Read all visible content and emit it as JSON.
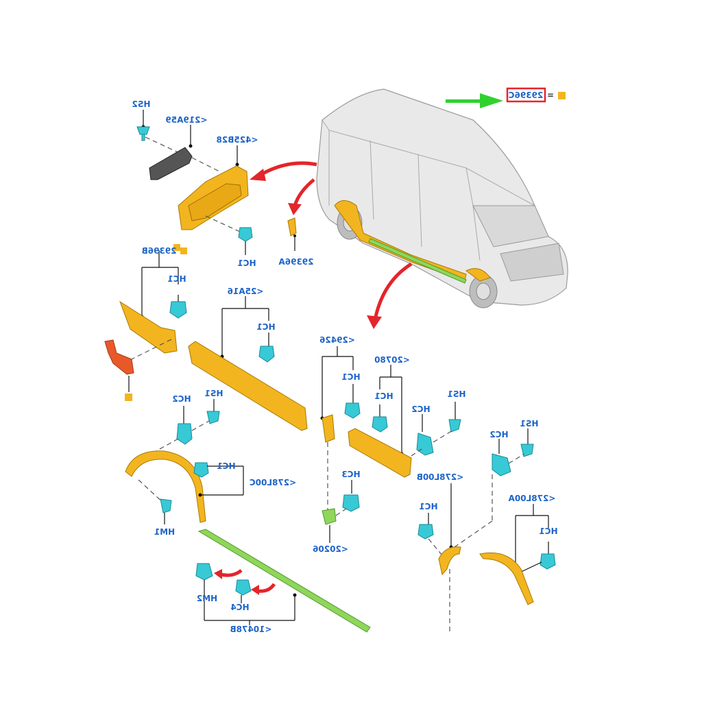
{
  "legend": {
    "code": "29396C",
    "equals": "=",
    "marker_color": "#f2b51f",
    "arrow_color": "#2fd12f",
    "box_color": "#e4252a"
  },
  "labels": {
    "hs2": "HS2",
    "l219a59": "<219A59",
    "l425b28": "<425B28",
    "hc1_top": "HC1",
    "l29396a": "29396A",
    "l29396b": "29396B",
    "hc1_b": "HC1",
    "l25416": "<25A16",
    "hc1_c": "HC1",
    "l29426": "<29426",
    "l20780": "<20780",
    "hc1_d": "HC1",
    "hc1_e": "HC1",
    "hs1_a": "HS1",
    "hc2_a": "HC2",
    "hs1_b": "HS1",
    "hc2_b": "HC2",
    "hs1_c": "HS1",
    "hc2_c": "HC2",
    "hc1_f": "HC1",
    "l278l00c": "<278L00C",
    "hm1": "HM1",
    "hc3": "HC3",
    "l20206": "<20206",
    "l278l00b": "<278L00B",
    "hc1_g": "HC1",
    "l278l00a": "<278L00A",
    "hc1_h": "HC1",
    "hm2": "HM2",
    "hc4": "HC4",
    "l10478b": "<10478B"
  }
}
